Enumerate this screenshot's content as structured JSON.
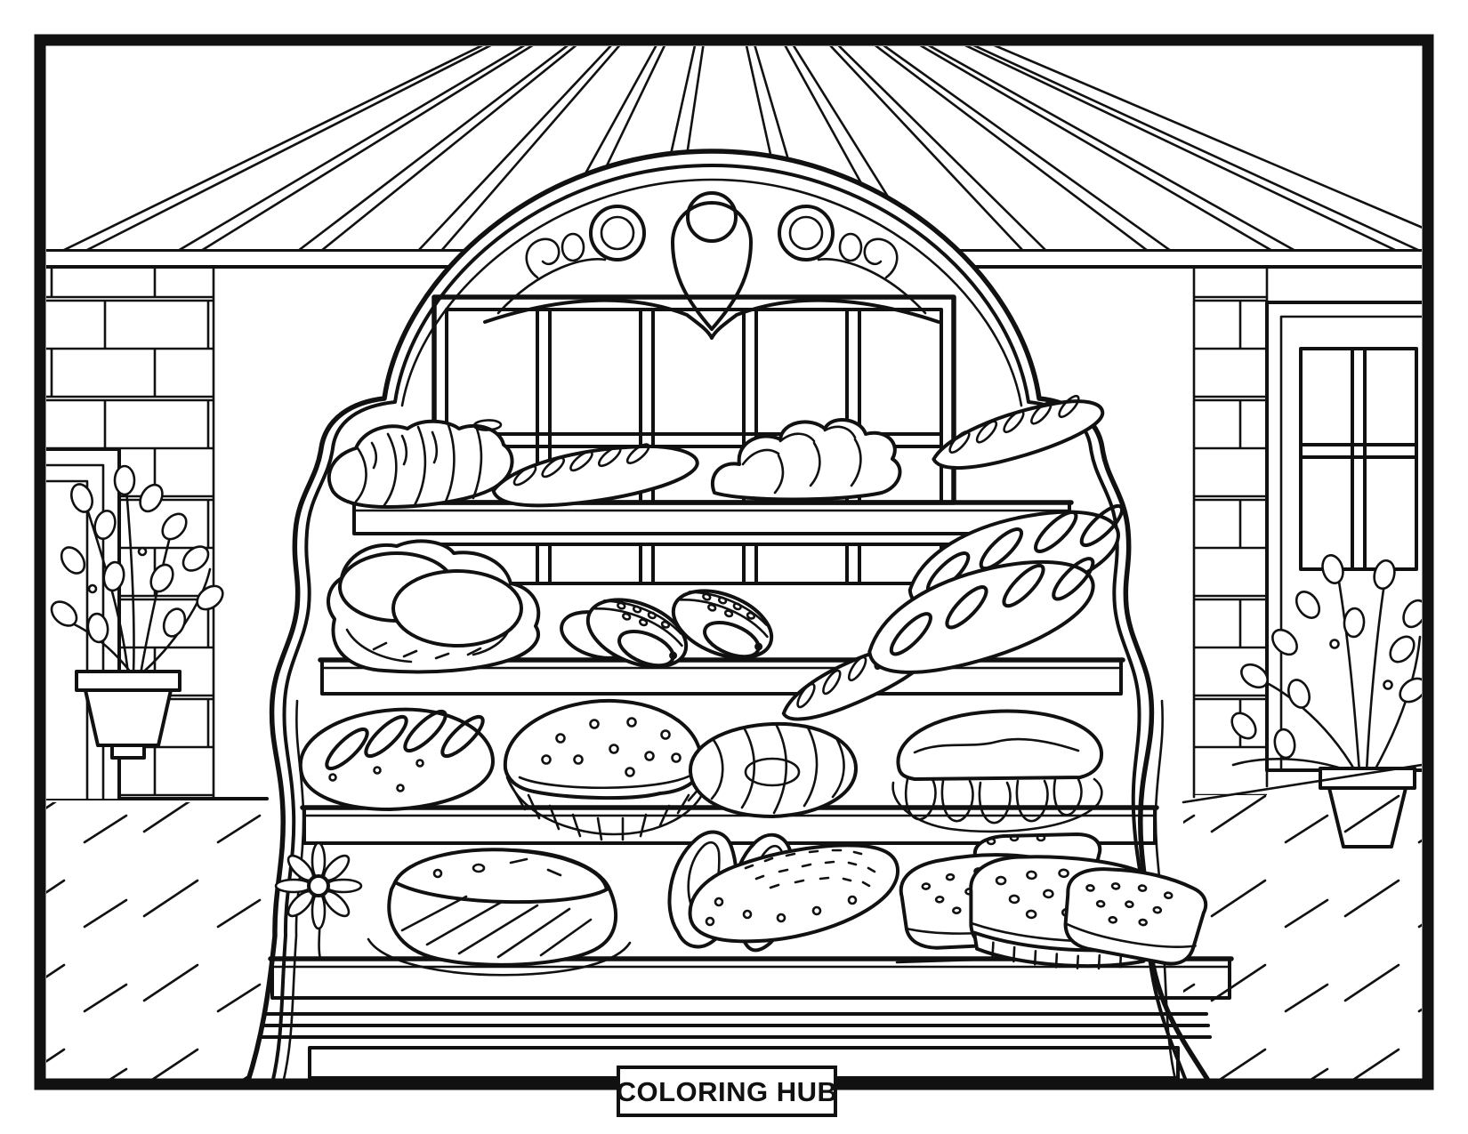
{
  "page": {
    "kind": "printable coloring page",
    "paper_color": "#ffffff",
    "ink_color": "#111111"
  },
  "branding": {
    "label": "COLORING HUB"
  },
  "scene": {
    "setting": "bakery shop interior with arched bread display cabinet",
    "background_elements": [
      "radiating-ceiling-beams",
      "left-brick-wall",
      "left-door-frame",
      "left-potted-plant",
      "right-brick-column",
      "right-paned-door",
      "right-potted-plant",
      "hatched-floor",
      "paned-window-behind-cabinet",
      "arch-scroll-ornament"
    ],
    "shelves": [
      {
        "name": "shelf-1",
        "items": [
          "twisted-loaf",
          "slashed-baguette",
          "braided-challah",
          "baguette"
        ]
      },
      {
        "name": "shelf-2",
        "items": [
          "stacked-buns",
          "filled-seeded-rolls",
          "short-baguette",
          "baguette-pair"
        ]
      },
      {
        "name": "shelf-3",
        "items": [
          "oval-slashed-loaf",
          "dotted-round-pie",
          "braided-wreath",
          "scalloped-brioche"
        ]
      },
      {
        "name": "shelf-4",
        "items": [
          "daisy-flower",
          "bread-bowl-on-plate",
          "mini-slashed-loaves",
          "seeded-baguette",
          "seeded-toast-slices"
        ]
      }
    ]
  }
}
